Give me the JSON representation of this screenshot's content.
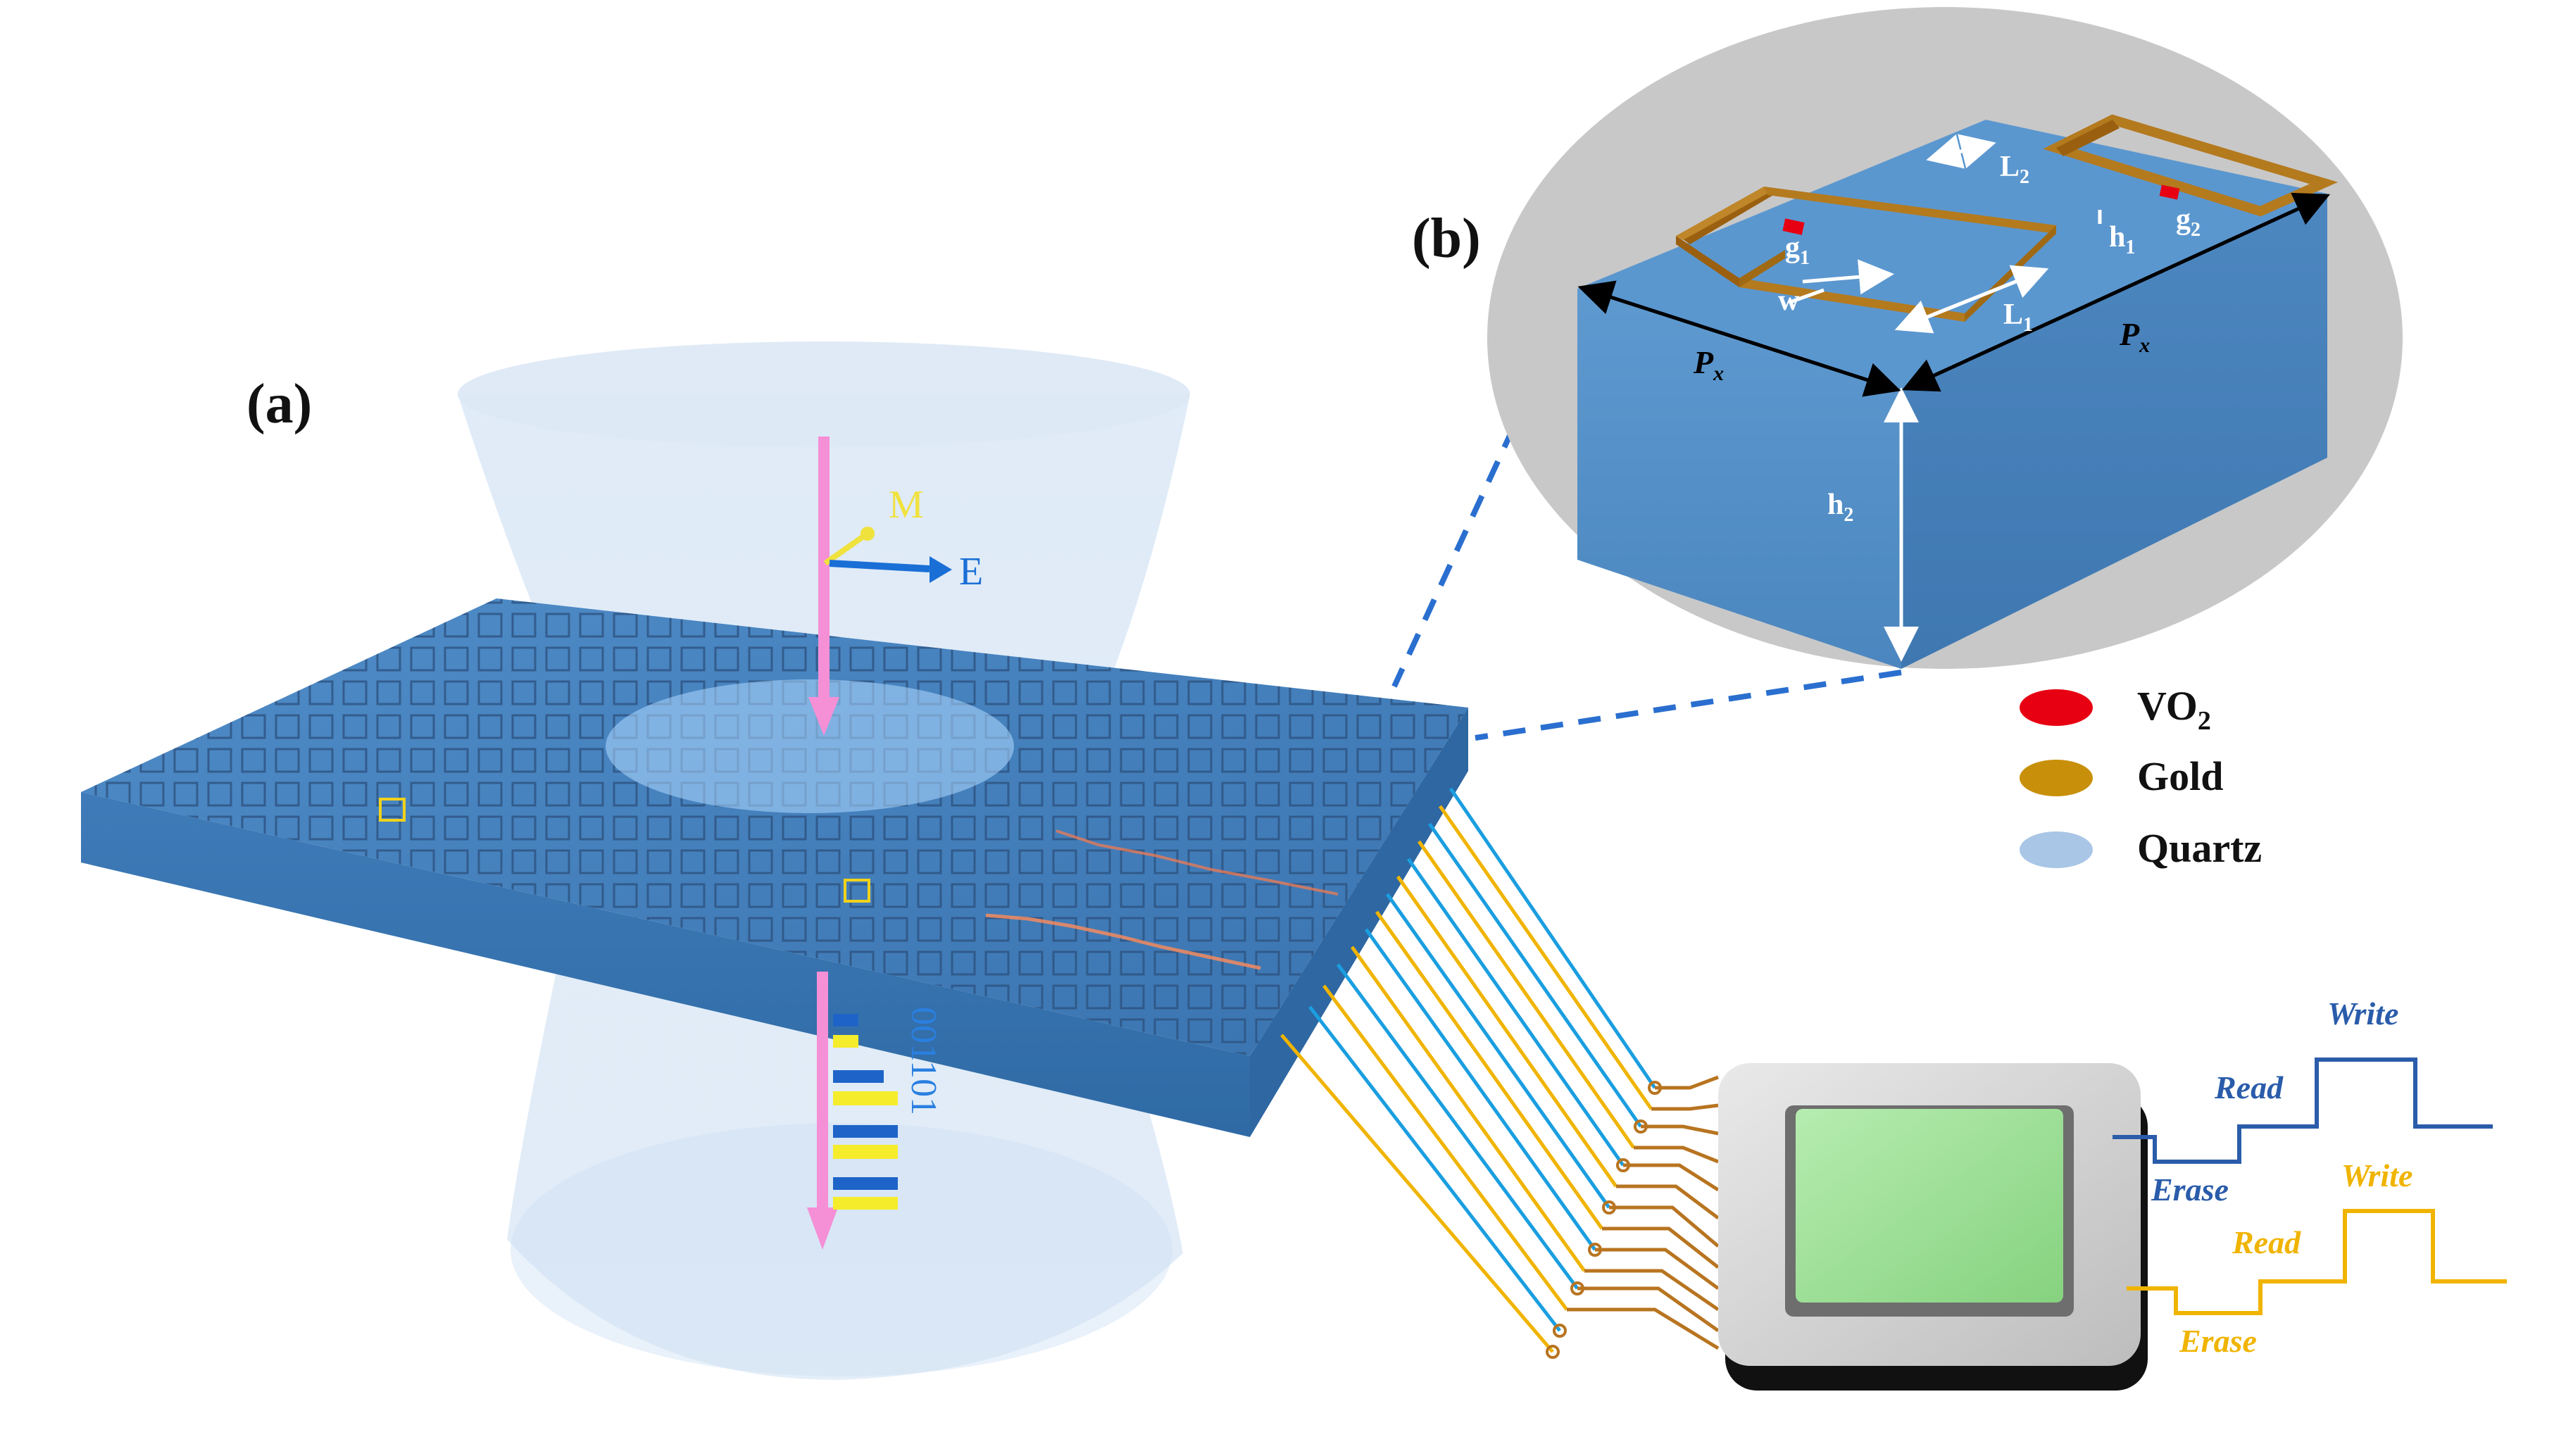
{
  "panels": {
    "a_label": "(a)",
    "b_label": "(b)"
  },
  "beam": {
    "m_label": "M",
    "e_label": "E",
    "bits": "001101"
  },
  "unit_cell": {
    "labels": [
      "L",
      "L",
      "g",
      "g",
      "h",
      "h",
      "w",
      "P",
      "P"
    ],
    "subs": [
      "2",
      "1",
      "1",
      "2",
      "1",
      "2",
      "",
      "x",
      "x"
    ]
  },
  "legend": [
    {
      "name": "VO",
      "sub": "2",
      "color": "#e60012"
    },
    {
      "name": "Gold",
      "sub": "",
      "color": "#c8900a"
    },
    {
      "name": "Quartz",
      "sub": "",
      "color": "#a9c6e6"
    }
  ],
  "signals": {
    "blue": {
      "write": "Write",
      "read": "Read",
      "erase": "Erase",
      "color": "#2a5caa"
    },
    "yellow": {
      "write": "Write",
      "read": "Read",
      "erase": "Erase",
      "color": "#f0b400"
    }
  },
  "colors": {
    "quartz": "#4a86c4",
    "gold": "#b87420",
    "pink": "#f58fd6",
    "chip": "#9fe09a"
  }
}
